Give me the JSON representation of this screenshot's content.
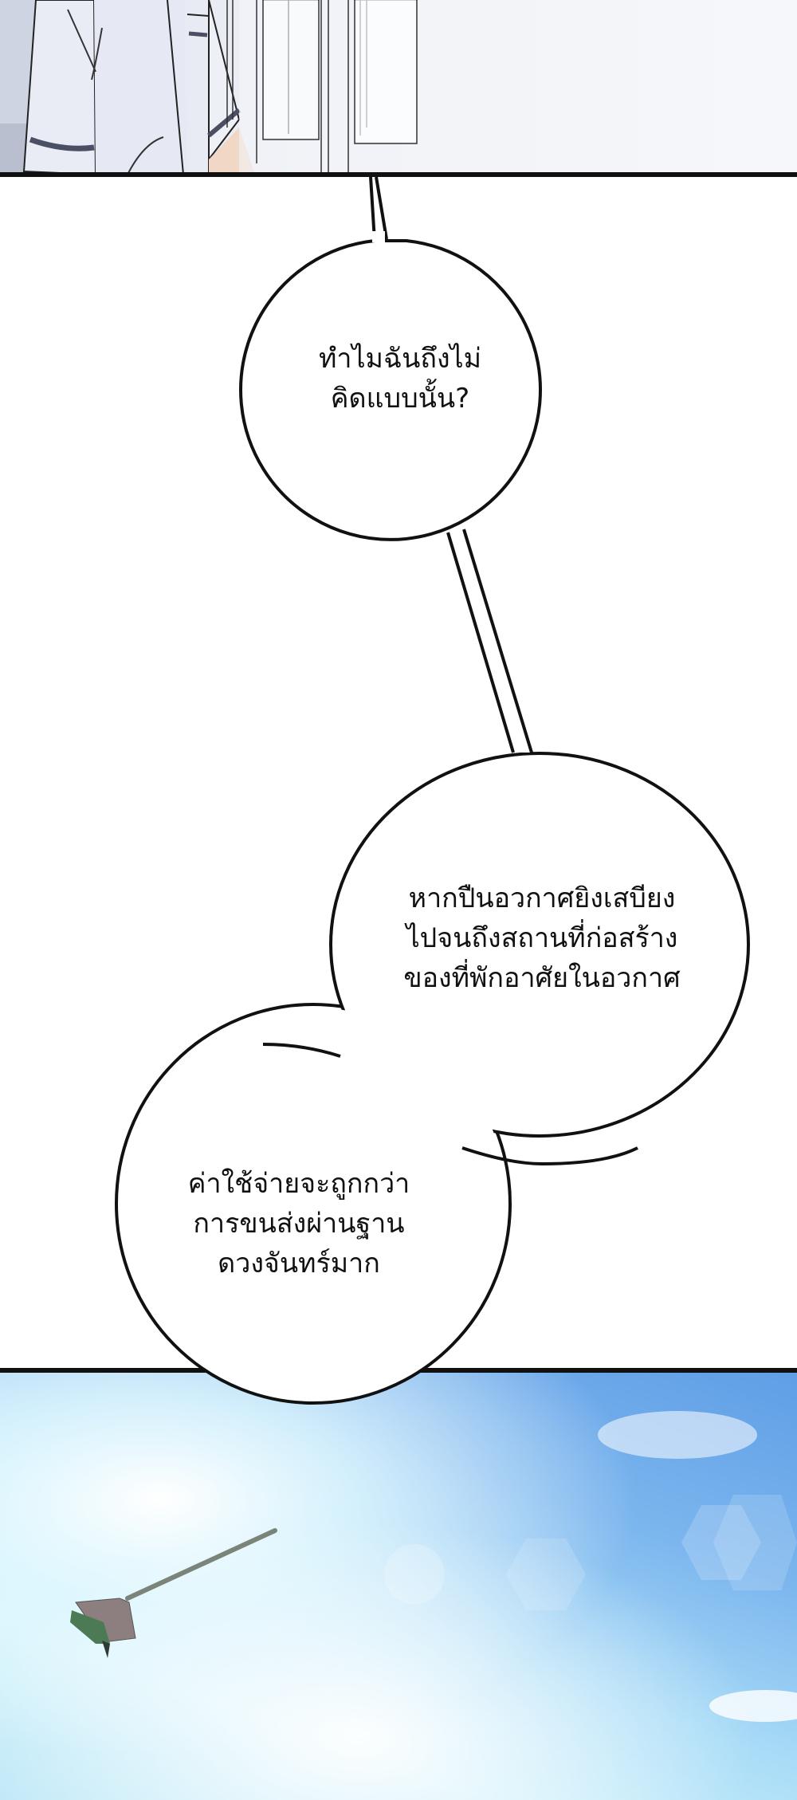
{
  "comic": {
    "panels": [
      {
        "name": "top-panel",
        "description": "character in white school uniform near window"
      },
      {
        "name": "dialogue-area"
      },
      {
        "name": "sky-panel",
        "description": "broom flying across bright sky"
      }
    ],
    "bubbles": [
      {
        "lines": [
          "ทำไมฉันถึงไม่",
          "คิดแบบนั้น?"
        ]
      },
      {
        "lines": [
          "หากปืนอวกาศยิงเสบียง",
          "ไปจนถึงสถานที่ก่อสร้าง",
          "ของที่พักอาศัยในอวกาศ"
        ]
      },
      {
        "lines": [
          "ค่าใช้จ่ายจะถูกกว่า",
          "การขนส่งผ่านฐาน",
          "ดวงจันทร์มาก"
        ]
      }
    ]
  },
  "colors": {
    "ink": "#111111",
    "sky_top": "#5f9ee6",
    "sky_light": "#c9effb",
    "uniform": "#eef0f7",
    "uniform_trim": "#4a4f63"
  }
}
